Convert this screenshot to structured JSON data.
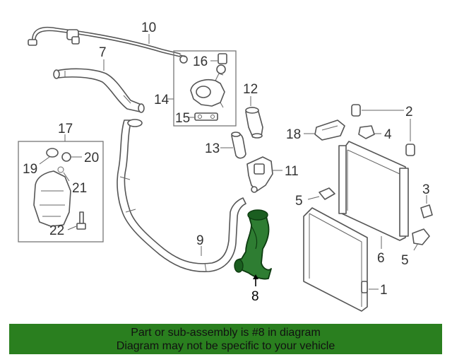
{
  "callouts": {
    "c1": "1",
    "c2": "2",
    "c3": "3",
    "c4": "4",
    "c5a": "5",
    "c5b": "5",
    "c6": "6",
    "c7": "7",
    "c8": "8",
    "c9": "9",
    "c10": "10",
    "c11": "11",
    "c12": "12",
    "c13": "13",
    "c14": "14",
    "c15": "15",
    "c16": "16",
    "c17": "17",
    "c18": "18",
    "c19": "19",
    "c20": "20",
    "c21": "21",
    "c22": "22"
  },
  "banner": {
    "line1": "Part or sub-assembly is #8 in diagram",
    "line2": "Diagram may not be specific to your vehicle"
  },
  "colors": {
    "highlight": "#2e7d32",
    "banner_bg": "#2a7f1f"
  }
}
